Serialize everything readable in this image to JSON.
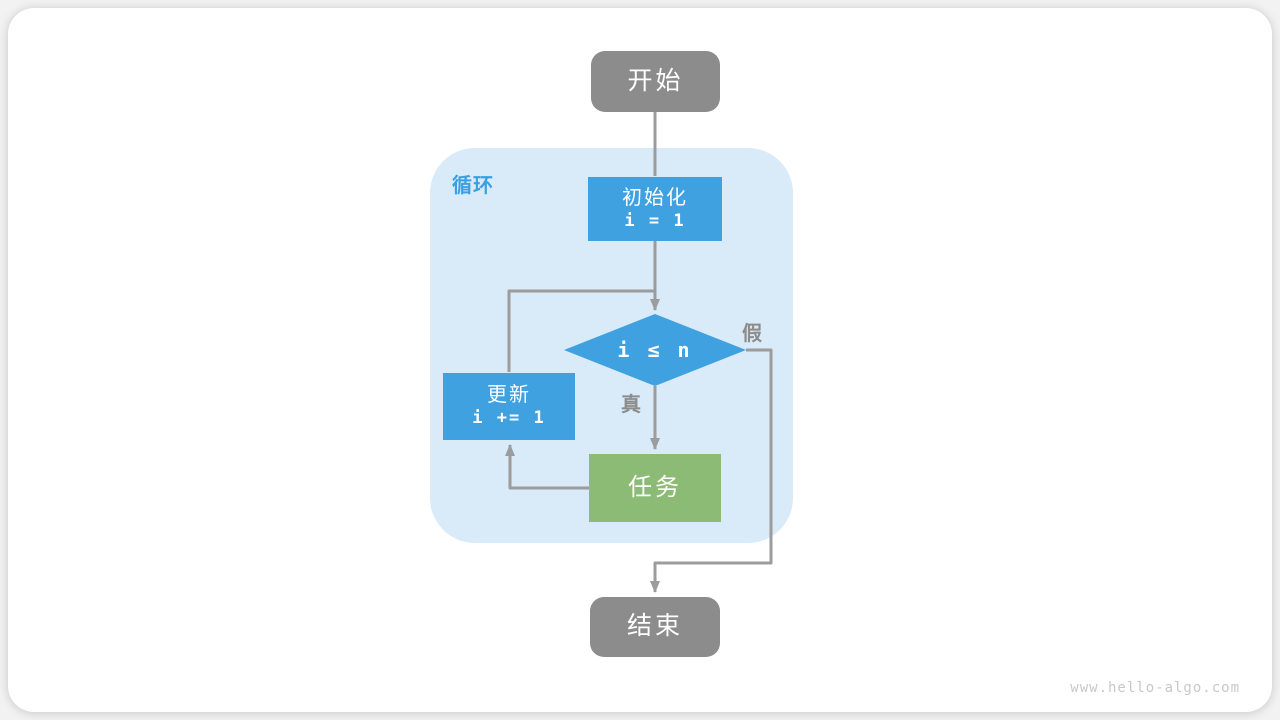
{
  "watermark": "www.hello-algo.com",
  "flowchart": {
    "loop_label": "循环",
    "nodes": {
      "start": {
        "label": "开始"
      },
      "init": {
        "title": "初始化",
        "code": "i = 1"
      },
      "condition": {
        "code": "i ≤ n"
      },
      "update": {
        "title": "更新",
        "code": "i += 1"
      },
      "task": {
        "label": "任务"
      },
      "end": {
        "label": "结束"
      }
    },
    "edge_labels": {
      "true_branch": "真",
      "false_branch": "假"
    },
    "colors": {
      "node_blue": "#3FA1E0",
      "node_green": "#8BBB74",
      "node_gray": "#8C8C8C",
      "loop_background": "#D9EAF8",
      "loop_label_text": "#3B9FE0",
      "edge_stroke": "#9C9C9C",
      "edge_label_text": "#8C8C8C",
      "watermark_text": "#C8C8C8"
    }
  }
}
